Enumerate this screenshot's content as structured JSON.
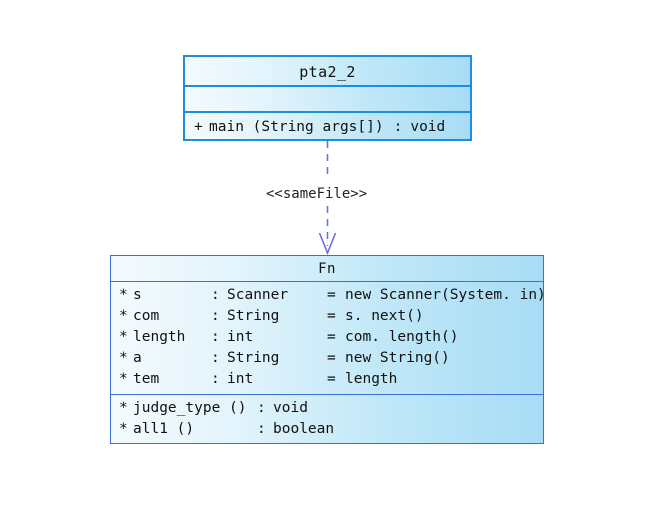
{
  "diagram": {
    "type": "uml-class-diagram",
    "classes": [
      {
        "name": "pta2_2",
        "attributes": [],
        "operations": [
          {
            "visibility": "+",
            "name": "main (String args[])",
            "colon": ":",
            "type": "void"
          }
        ]
      },
      {
        "name": "Fn",
        "attributes": [
          {
            "visibility": "*",
            "name": "s",
            "colon": ":",
            "type": "Scanner",
            "eq": "=",
            "default": "new Scanner(System. in)"
          },
          {
            "visibility": "*",
            "name": "com",
            "colon": ":",
            "type": "String",
            "eq": "=",
            "default": "s. next()"
          },
          {
            "visibility": "*",
            "name": "length",
            "colon": ":",
            "type": "int",
            "eq": "=",
            "default": "com. length()"
          },
          {
            "visibility": "*",
            "name": "a",
            "colon": ":",
            "type": "String",
            "eq": "=",
            "default": "new String()"
          },
          {
            "visibility": "*",
            "name": "tem",
            "colon": ":",
            "type": "int",
            "eq": "=",
            "default": "length"
          }
        ],
        "operations": [
          {
            "visibility": "*",
            "name": "judge_type ()",
            "colon": ":",
            "type": "void"
          },
          {
            "visibility": "*",
            "name": "all1 ()",
            "colon": ":",
            "type": "boolean"
          }
        ]
      }
    ],
    "relationship": {
      "kind": "dependency",
      "stereotype": "<<sameFile>>",
      "line_style": "dashed",
      "arrowhead": "open",
      "from": "pta2_2",
      "to": "Fn"
    },
    "colors": {
      "box_fill_light": "#f4fbfe",
      "box_fill_dark": "#a8dcf5",
      "border_top": "#1a8fe0",
      "border_bottom": "#3a6fd8",
      "connector": "#6f6fe0",
      "text": "#111111",
      "background": "#ffffff"
    }
  }
}
